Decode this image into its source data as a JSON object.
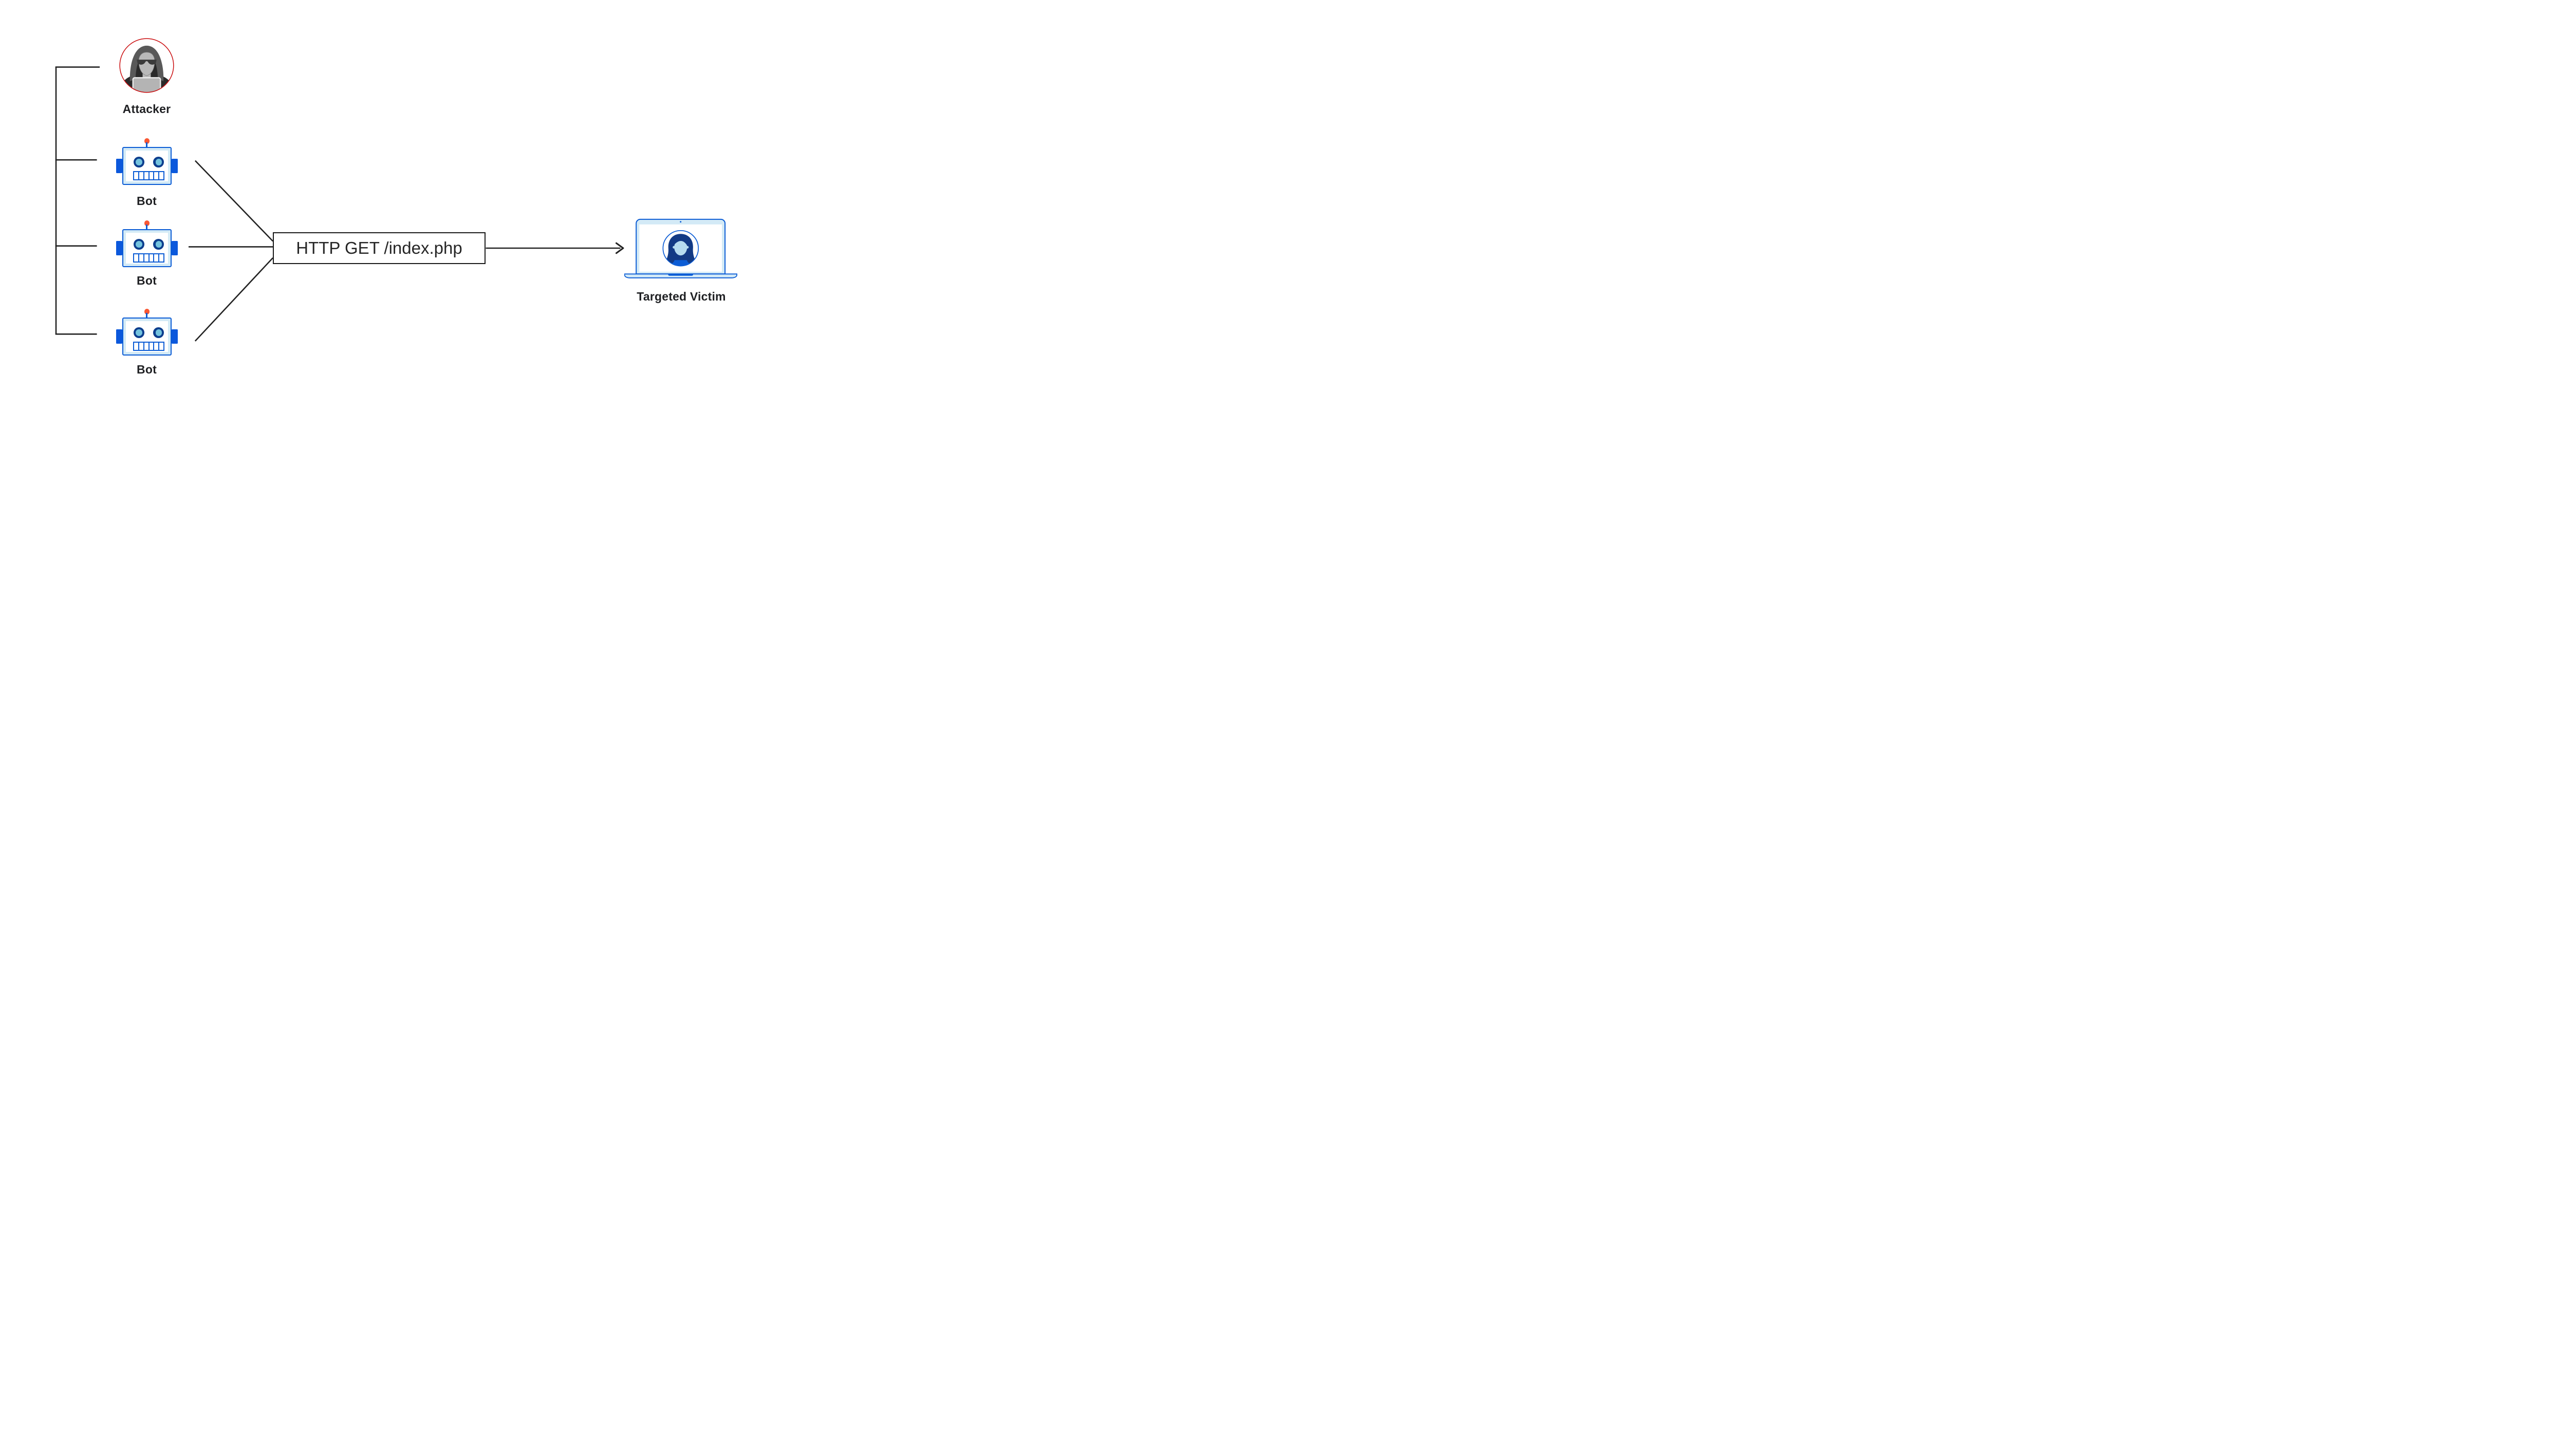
{
  "diagram": {
    "kind": "http-flood-ddos-attack-diagram",
    "attacker": {
      "label": "Attacker"
    },
    "bots": [
      {
        "label": "Bot"
      },
      {
        "label": "Bot"
      },
      {
        "label": "Bot"
      }
    ],
    "request_box": {
      "label": "HTTP GET /index.php"
    },
    "victim": {
      "label": "Targeted Victim"
    },
    "colors": {
      "background": "#ffffff",
      "connector_line": "#232323",
      "request_box_border": "#1a1a1a",
      "request_box_text": "#262626",
      "label_text": "#1f2023",
      "attacker_ring_red": "#c9090b",
      "hood_gray": "#595959",
      "hoodie_dark": "#2a2a2a",
      "attacker_face_gray": "#b9b9b9",
      "attacker_laptop_gray": "#b4b4b4",
      "bot_stroke_blue": "#0b5cd5",
      "bot_solid_blue": "#0b58dc",
      "bot_fill_light_blue": "#d3eaf6",
      "bot_eye_navy": "#0d3e8e",
      "bot_pupil_blue": "#74c3de",
      "bot_antenna_orange": "#f95733",
      "victim_hair_navy": "#123a85",
      "victim_face_blue": "#b6dcf0",
      "victim_shirt_blue": "#0b5cd5"
    }
  }
}
